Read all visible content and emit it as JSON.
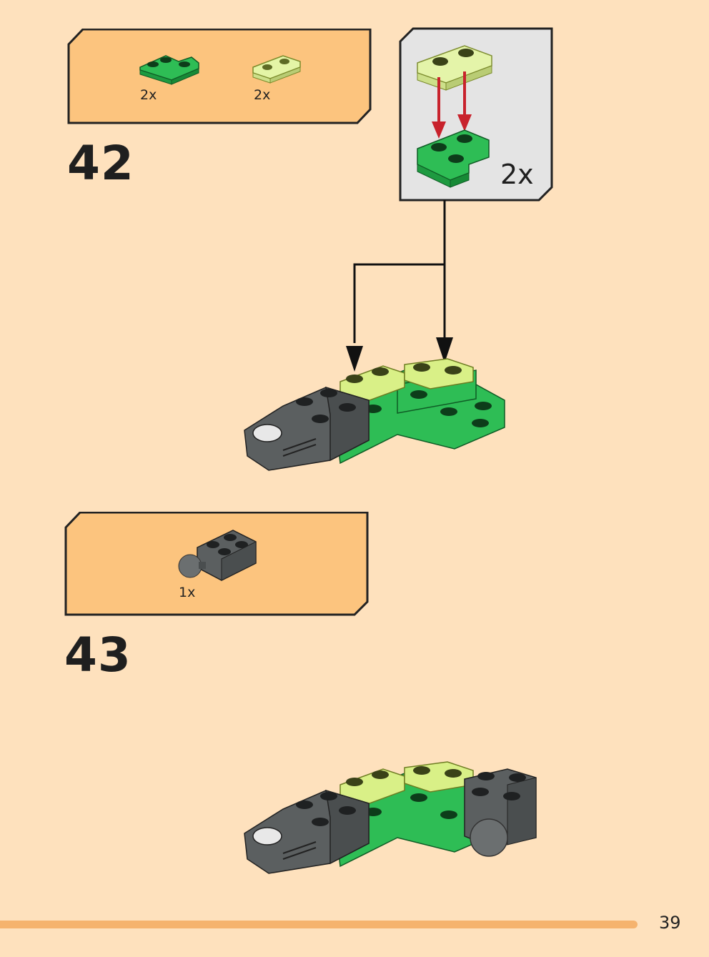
{
  "steps": [
    {
      "number": "42",
      "parts": [
        {
          "name": "green corner plate 2x2",
          "qty": "2x",
          "color": "#2ebd55"
        },
        {
          "name": "transparent lime plate 1x2",
          "qty": "2x",
          "color": "#e4f5a6"
        }
      ],
      "callout": {
        "qty": "2x"
      }
    },
    {
      "number": "43",
      "parts": [
        {
          "name": "dark grey brick with ball joint",
          "qty": "1x",
          "color": "#5b5f60"
        }
      ]
    }
  ],
  "page_number": "39",
  "colors": {
    "background": "#fee1bd",
    "parts_box": "#fcc47e",
    "callout_box": "#e4e4e4",
    "green": "#2ebd55",
    "lime": "#e4f5a6",
    "dark_grey": "#5b5f60",
    "arrow_red": "#c8222c",
    "footer_bar": "#f5b36e"
  }
}
